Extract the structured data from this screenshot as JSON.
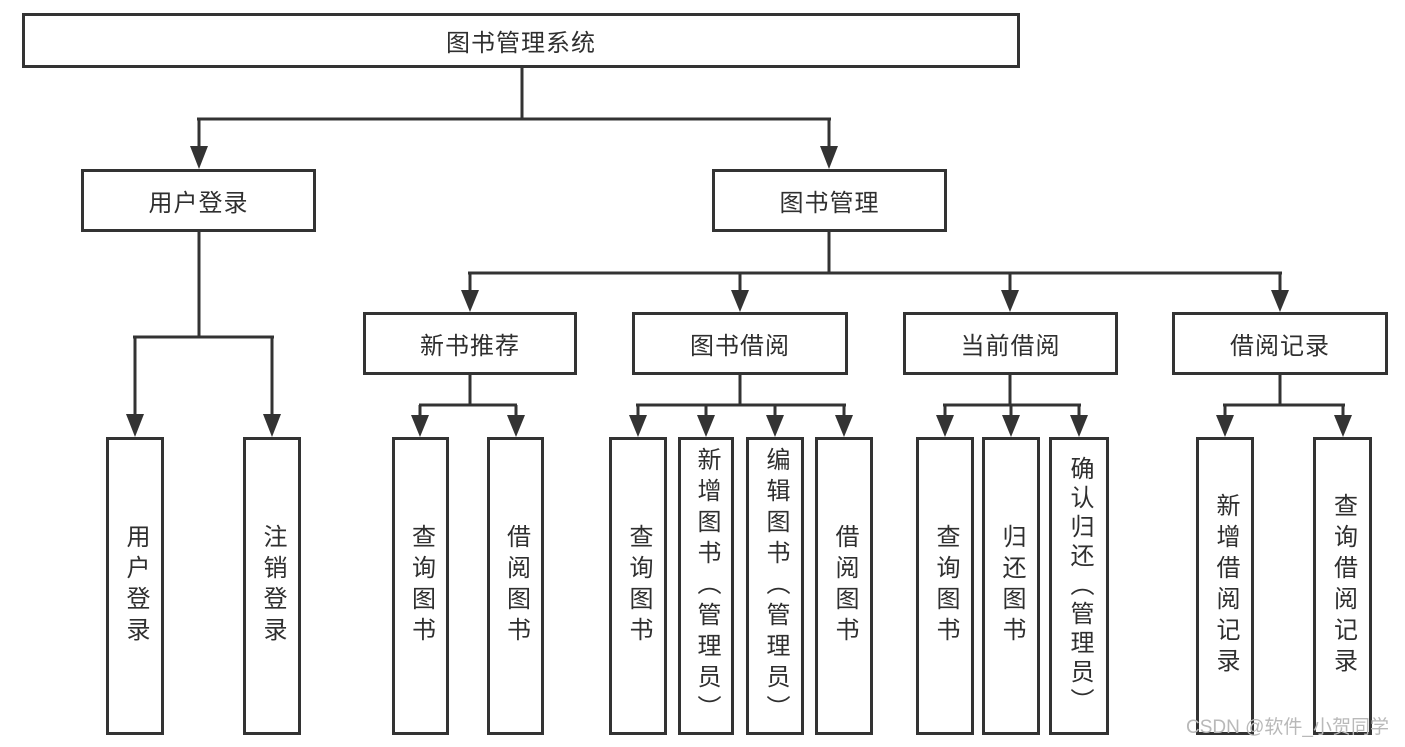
{
  "diagram": {
    "root": {
      "label": "图书管理系统"
    },
    "level2": [
      {
        "label": "用户登录"
      },
      {
        "label": "图书管理"
      }
    ],
    "level3": [
      {
        "label": "新书推荐"
      },
      {
        "label": "图书借阅"
      },
      {
        "label": "当前借阅"
      },
      {
        "label": "借阅记录"
      }
    ],
    "leaves": {
      "user_login": [
        {
          "label": "用户登录"
        },
        {
          "label": "注销登录"
        }
      ],
      "new_book": [
        {
          "label": "查询图书"
        },
        {
          "label": "借阅图书"
        }
      ],
      "book_borrow": [
        {
          "label": "查询图书"
        },
        {
          "label": "新增图书（管理员）"
        },
        {
          "label": "编辑图书（管理员）"
        },
        {
          "label": "借阅图书"
        }
      ],
      "current_borrow": [
        {
          "label": "查询图书"
        },
        {
          "label": "归还图书"
        },
        {
          "label": "确认归还（管理员）"
        }
      ],
      "borrow_records": [
        {
          "label": "新增借阅记录"
        },
        {
          "label": "查询借阅记录"
        }
      ]
    }
  },
  "watermark": "CSDN @软件_小贺同学",
  "colors": {
    "line": "#333333",
    "border": "#333333",
    "text": "#2f2f2f",
    "watermark": "#b9b9b9",
    "background": "#ffffff"
  }
}
